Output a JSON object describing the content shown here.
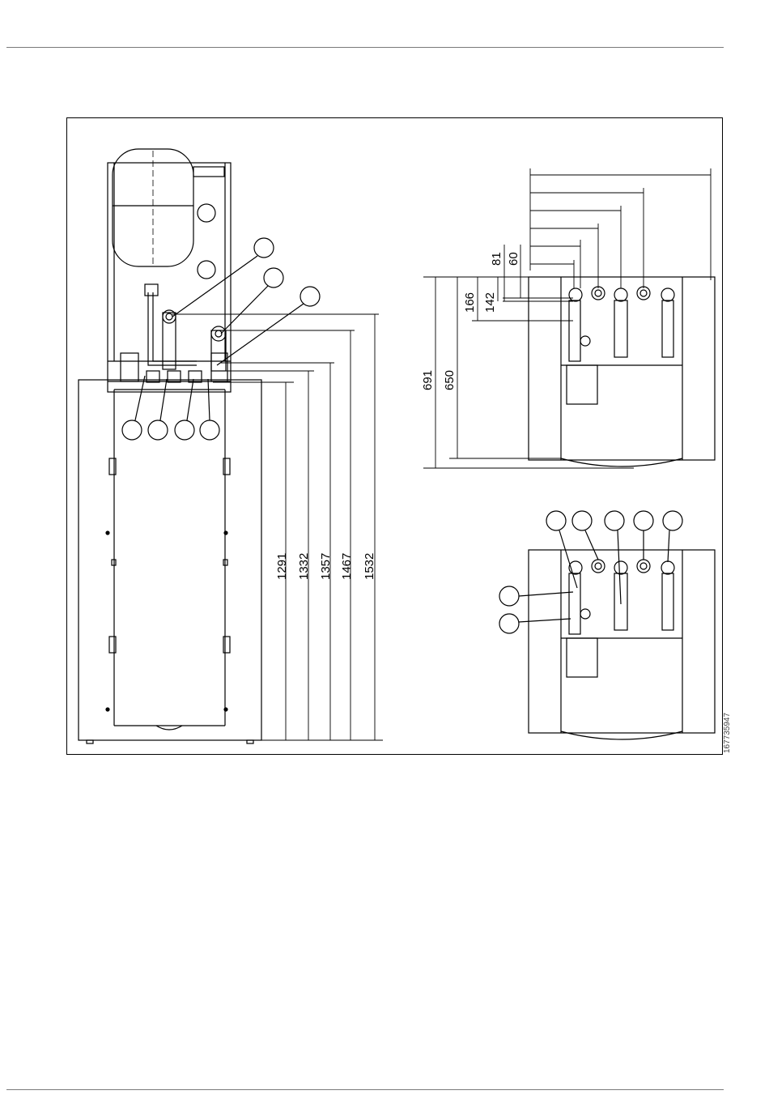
{
  "figure": {
    "doc_id": "167735947",
    "front_dimensions": [
      "1291",
      "1332",
      "1357",
      "1467",
      "1532"
    ],
    "top_dimensions": {
      "horizontal": [
        "81",
        "60"
      ],
      "vertical": [
        "691",
        "650",
        "166",
        "142"
      ]
    },
    "callout_count_front_top": 3,
    "callout_count_front_bottom": 4,
    "callout_count_lower_top": 5,
    "callout_count_lower_left": 2
  }
}
